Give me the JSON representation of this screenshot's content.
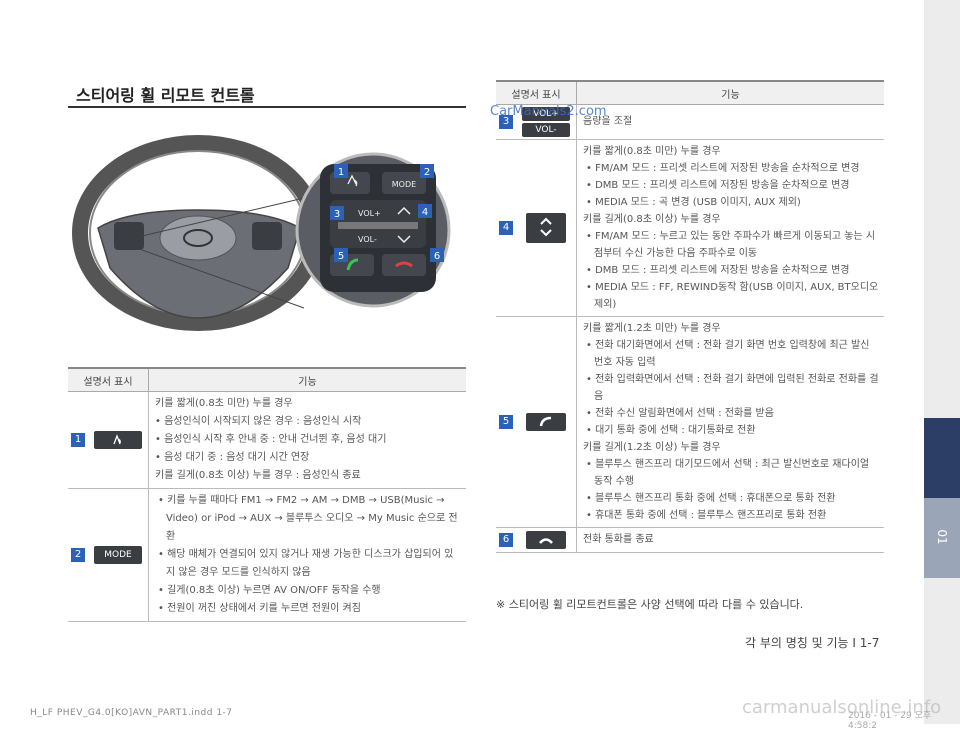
{
  "title": "스티어링 휠 리모트 컨트롤",
  "watermark": "CarManuals2.com",
  "watermark_bottom": "carmanualsonline.info",
  "side_tab": "01",
  "page_footer": "각 부의 명칭 및 기능 I 1-7",
  "file_footer": "H_LF PHEV_G4.0[KO]AVN_PART1.indd   1-7",
  "date_footer": "2016 - 01 - 29   오후 4:58:2",
  "note": "※ 스티어링 휠 리모트컨트롤은 사양 선택에 따라 다를 수 있습니다.",
  "illustration": {
    "labels": [
      "1",
      "2",
      "3",
      "4",
      "5",
      "6"
    ],
    "mode_label": "MODE",
    "vol_plus": "VOL+",
    "vol_minus": "VOL-"
  },
  "table_left": {
    "headers": [
      "설명서 표시",
      "기능"
    ],
    "rows": [
      {
        "num": "1",
        "icon": "voice-icon",
        "lines": [
          "키를 짧게(0.8초 미만) 누를 경우",
          "• 음성인식이 시작되지 않은 경우 : 음성인식 시작",
          "• 음성인식 시작 후 안내 중 : 안내 건너뛴 후, 음성 대기",
          "• 음성 대기 중 : 음성 대기 시간 연장",
          "키를 길게(0.8초 이상) 누를 경우 : 음성인식 종료"
        ]
      },
      {
        "num": "2",
        "icon_label": "MODE",
        "lines": [
          "• 키를 누를 때마다 FM1 → FM2 → AM → DMB → USB(Music → Video) or iPod → AUX → 블루투스 오디오 → My Music 순으로 전환",
          "• 해당 매체가 연결되어 있지 않거나 재생 가능한 디스크가 삽입되어 있지 않은 경우 모드를 인식하지 않음",
          "• 길게(0.8초 이상) 누르면 AV ON/OFF 동작을 수행",
          "• 전원이 꺼진 상태에서 키를 누르면 전원이 켜짐"
        ]
      }
    ]
  },
  "table_right": {
    "headers": [
      "설명서 표시",
      "기능"
    ],
    "rows": [
      {
        "num": "3",
        "icon_labels": [
          "VOL+",
          "VOL-"
        ],
        "lines": [
          "음량을 조절"
        ]
      },
      {
        "num": "4",
        "icon": "seek-up-down-icon",
        "lines": [
          "키를 짧게(0.8초 미만) 누를 경우",
          "• FM/AM 모드 : 프리셋 리스트에 저장된 방송을 순차적으로 변경",
          "• DMB 모드 : 프리셋 리스트에 저장된 방송을 순차적으로 변경",
          "• MEDIA 모드 : 곡 변경 (USB 이미지, AUX 제외)",
          "키를 길게(0.8초 이상) 누를 경우",
          "• FM/AM 모드 : 누르고 있는 동안 주파수가 빠르게 이동되고 놓는 시점부터 수신 가능한 다음 주파수로 이동",
          "• DMB 모드 : 프리셋 리스트에 저장된 방송을 순차적으로 변경",
          "• MEDIA 모드 : FF, REWIND동작 함(USB 이미지, AUX, BT오디오 제외)"
        ]
      },
      {
        "num": "5",
        "icon": "call-icon",
        "lines": [
          "키를 짧게(1.2초 미만) 누를 경우",
          "• 전화 대기화면에서 선택 : 전화 걸기 화면 번호 입력창에 최근 발신 번호 자동 입력",
          "• 전화 입력화면에서 선택 : 전화 걸기 화면에 입력된 전화로 전화를 걸음",
          "• 전화 수신 알림화면에서 선택 : 전화를 받음",
          "• 대기 통화 중에 선택 : 대기통화로 전환",
          "키를 길게(1.2초 이상) 누를 경우",
          "• 블루투스 핸즈프리 대기모드에서 선택 : 최근 발신번호로 재다이얼 동작 수행",
          "• 블루투스 핸즈프리 통화 중에 선택 : 휴대폰으로 통화 전환",
          "• 휴대폰 통화 중에 선택 : 블루투스 핸즈프리로 통화 전환"
        ]
      },
      {
        "num": "6",
        "icon": "end-call-icon",
        "lines": [
          "전화 통화를 종료"
        ]
      }
    ]
  },
  "colors": {
    "badge": "#2b62b8",
    "tab_dark": "#2c3e66",
    "tab_mid": "#9aa6b8"
  }
}
